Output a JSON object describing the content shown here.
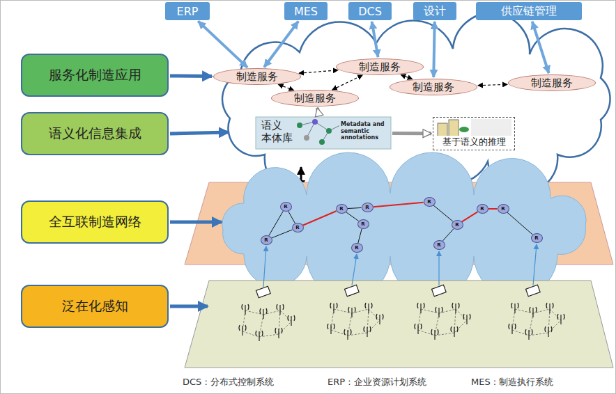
{
  "diagram": {
    "nodes": [
      {
        "text": [
          "服务化制造应用"
        ]
      },
      {
        "text": [
          "语义化信息集成"
        ]
      },
      {
        "text": [
          "全互联制造网络"
        ]
      },
      {
        "text": [
          "泛在化感知"
        ]
      },
      {
        "text": [
          "ERP"
        ]
      },
      {
        "text": [
          "MES"
        ]
      },
      {
        "text": [
          "DCS"
        ]
      },
      {
        "text": [
          "设计"
        ]
      },
      {
        "text": [
          "供应链管理"
        ]
      },
      {
        "text": [
          "制造服务"
        ]
      },
      {
        "text": [
          "制造服务"
        ]
      },
      {
        "text": [
          "制造服务"
        ]
      },
      {
        "text": [
          "制造服务"
        ]
      },
      {
        "text": [
          "制造服务"
        ]
      },
      {
        "text": [
          "语义 本体库",
          "Metadata and semantic annotations"
        ]
      },
      {
        "text": [
          "基于语义的推理"
        ]
      },
      {
        "text": [
          "R"
        ]
      },
      {
        "text": [
          "R"
        ]
      },
      {
        "text": [
          "R"
        ]
      },
      {
        "text": [
          "R"
        ]
      },
      {
        "text": [
          "R"
        ]
      },
      {
        "text": [
          "R"
        ]
      },
      {
        "text": [
          "R"
        ]
      },
      {
        "text": [
          "R"
        ]
      },
      {
        "text": [
          "R"
        ]
      },
      {
        "text": [
          "R"
        ]
      },
      {
        "text": [
          "R"
        ]
      },
      {
        "text": [
          "R"
        ]
      },
      {
        "text": [
          "R"
        ]
      }
    ],
    "edges": [
      {
        "from": 0,
        "to": 9,
        "arrow": "to"
      },
      {
        "from": 4,
        "to": 9,
        "arrow": "both"
      },
      {
        "from": 5,
        "to": 9,
        "arrow": "both"
      },
      {
        "from": 6,
        "to": 10,
        "arrow": "both"
      },
      {
        "from": 7,
        "to": 12,
        "arrow": "both"
      },
      {
        "from": 8,
        "to": 13,
        "arrow": "both"
      },
      {
        "from": 9,
        "to": 10,
        "arrow": "both"
      },
      {
        "from": 9,
        "to": 11,
        "arrow": "both"
      },
      {
        "from": 11,
        "to": 10,
        "arrow": "both"
      },
      {
        "from": 10,
        "to": 12,
        "arrow": "both"
      },
      {
        "from": 12,
        "to": 13,
        "arrow": "both"
      },
      {
        "from": 14,
        "to": 11,
        "arrow": "to"
      },
      {
        "from": 14,
        "to": 15,
        "arrow": "to"
      },
      {
        "from": 16,
        "to": 17,
        "arrow": "none"
      },
      {
        "from": 16,
        "to": 18,
        "arrow": "none"
      },
      {
        "from": 17,
        "to": 18,
        "arrow": "none"
      },
      {
        "from": 17,
        "to": 19,
        "arrow": "none"
      },
      {
        "from": 19,
        "to": 20,
        "arrow": "none"
      },
      {
        "from": 19,
        "to": 21,
        "arrow": "none"
      },
      {
        "from": 21,
        "to": 22,
        "arrow": "none"
      },
      {
        "from": 20,
        "to": 23,
        "arrow": "none"
      },
      {
        "from": 23,
        "to": 24,
        "arrow": "none"
      },
      {
        "from": 24,
        "to": 25,
        "arrow": "none"
      },
      {
        "from": 24,
        "to": 26,
        "arrow": "none"
      },
      {
        "from": 26,
        "to": 27,
        "arrow": "none"
      },
      {
        "from": 27,
        "to": 28,
        "arrow": "none"
      }
    ],
    "labels": [
      "DCS : 分布式控制系统",
      "ERP : 企业资源计划系统",
      "MES : 制造执行系统"
    ]
  }
}
